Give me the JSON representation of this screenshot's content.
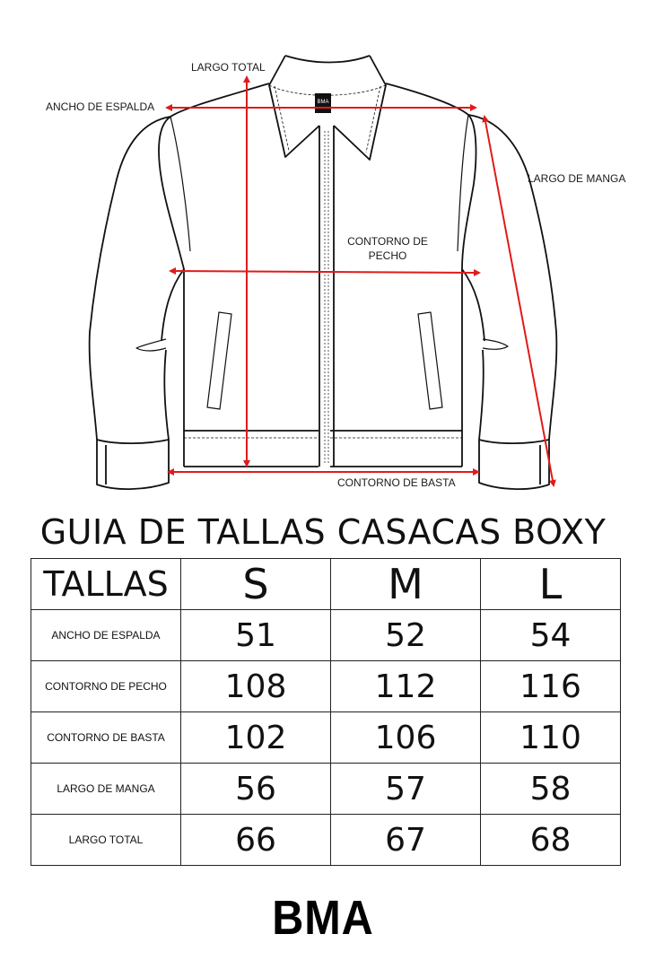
{
  "diagram": {
    "labels": {
      "largo_total": "LARGO TOTAL",
      "ancho_espalda": "ANCHO DE ESPALDA",
      "largo_manga": "LARGO DE MANGA",
      "contorno_pecho_line1": "CONTORNO DE",
      "contorno_pecho_line2": "PECHO",
      "contorno_basta": "CONTORNO DE BASTA"
    },
    "collar_tag": "BMA",
    "measure_color": "#e11a1a"
  },
  "title": "GUIA DE TALLAS CASACAS BOXY",
  "table": {
    "header": [
      "TALLAS",
      "S",
      "M",
      "L"
    ],
    "rows": [
      {
        "label": "ANCHO DE ESPALDA",
        "values": [
          "51",
          "52",
          "54"
        ]
      },
      {
        "label": "CONTORNO DE PECHO",
        "values": [
          "108",
          "112",
          "116"
        ]
      },
      {
        "label": "CONTORNO DE BASTA",
        "values": [
          "102",
          "106",
          "110"
        ]
      },
      {
        "label": "LARGO DE MANGA",
        "values": [
          "56",
          "57",
          "58"
        ]
      },
      {
        "label": "LARGO TOTAL",
        "values": [
          "66",
          "67",
          "68"
        ]
      }
    ]
  },
  "brand": "BMA"
}
